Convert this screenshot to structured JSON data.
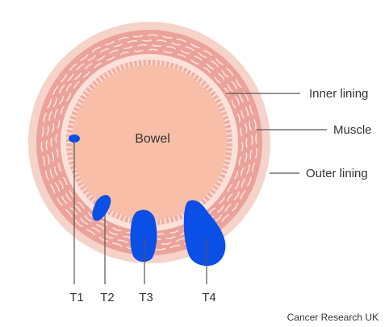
{
  "diagram": {
    "center_label": "Bowel",
    "layers": [
      {
        "label": "Inner lining"
      },
      {
        "label": "Muscle"
      },
      {
        "label": "Outer lining"
      }
    ],
    "stages": [
      {
        "label": "T1"
      },
      {
        "label": "T2"
      },
      {
        "label": "T3"
      },
      {
        "label": "T4"
      }
    ],
    "credit": "Cancer Research UK",
    "colors": {
      "outer_lining": "#f6d3c9",
      "muscle": "#eba29a",
      "muscle_fibre": "#fbe1d9",
      "inner_lining": "#fae2da",
      "villi": "#f0afa4",
      "bowel": "#f8bea8",
      "tumour": "#0a4fe6",
      "leader_line": "#555555"
    }
  }
}
